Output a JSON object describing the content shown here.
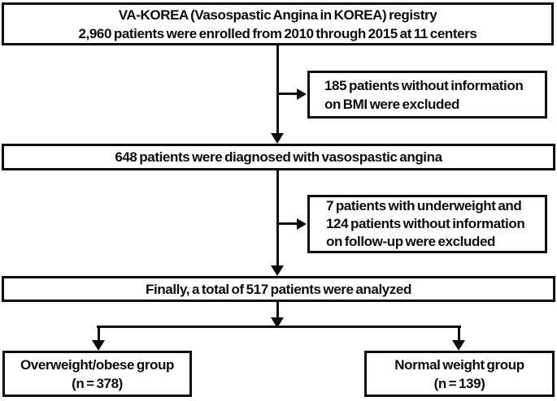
{
  "colors": {
    "line": "#0d0d0d",
    "text": "#0d0d0d",
    "background": "#ffffff"
  },
  "boxes": {
    "registry": {
      "lines": [
        "VA-KOREA (Vasospastic Angina in KOREA) registry",
        "2,960 patients were enrolled from 2010 through 2015 at 11 centers"
      ]
    },
    "excluded_bmi": {
      "lines": [
        "185 patients without information",
        "on BMI were excluded"
      ]
    },
    "diagnosed": {
      "lines": [
        "648 patients were diagnosed with vasospastic angina"
      ]
    },
    "excluded_underweight_followup": {
      "lines": [
        "7 patients with underweight and",
        "124 patients without information",
        "on follow-up were excluded"
      ]
    },
    "analyzed": {
      "lines": [
        "Finally, a total of 517 patients were analyzed"
      ]
    },
    "overweight_group": {
      "lines": [
        "Overweight/obese group",
        "(n = 378)"
      ]
    },
    "normal_group": {
      "lines": [
        "Normal weight group",
        "(n = 139)"
      ]
    }
  }
}
